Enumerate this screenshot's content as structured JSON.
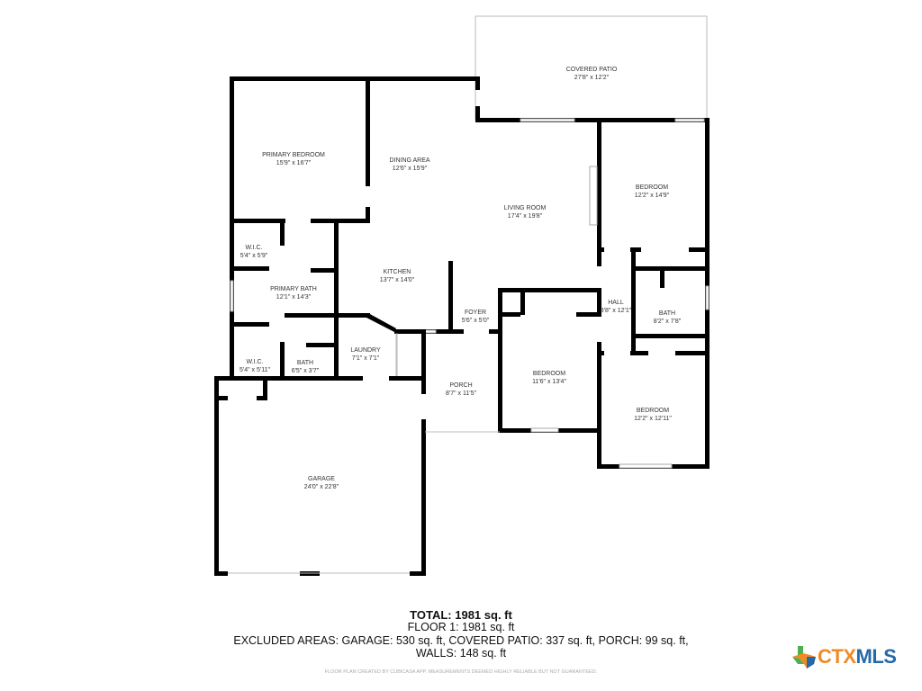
{
  "rooms": {
    "covered_patio": {
      "name": "COVERED PATIO",
      "dims": "27'8\" x 12'2\""
    },
    "primary_bedroom": {
      "name": "PRIMARY BEDROOM",
      "dims": "15'9\" x 16'7\""
    },
    "dining_area": {
      "name": "DINING AREA",
      "dims": "12'6\" x 15'9\""
    },
    "living_room": {
      "name": "LIVING ROOM",
      "dims": "17'4\" x 19'8\""
    },
    "bedroom_ne": {
      "name": "BEDROOM",
      "dims": "12'2\" x 14'9\""
    },
    "wic_1": {
      "name": "W.I.C.",
      "dims": "5'4\" x 5'9\""
    },
    "primary_bath": {
      "name": "PRIMARY BATH",
      "dims": "12'1\" x 14'3\""
    },
    "kitchen": {
      "name": "KITCHEN",
      "dims": "13'7\" x 14'0\""
    },
    "foyer": {
      "name": "FOYER",
      "dims": "5'6\" x 5'0\""
    },
    "hall": {
      "name": "HALL",
      "dims": "3'8\" x 12'1\""
    },
    "bath": {
      "name": "BATH",
      "dims": "8'2\" x 7'8\""
    },
    "wic_2": {
      "name": "W.I.C.",
      "dims": "5'4\" x 5'11\""
    },
    "bath_small": {
      "name": "BATH",
      "dims": "6'5\" x 3'7\""
    },
    "laundry": {
      "name": "LAUNDRY",
      "dims": "7'1\" x 7'1\""
    },
    "porch": {
      "name": "PORCH",
      "dims": "8'7\" x 11'5\""
    },
    "bedroom_mid": {
      "name": "BEDROOM",
      "dims": "11'6\" x 13'4\""
    },
    "bedroom_se": {
      "name": "BEDROOM",
      "dims": "12'2\" x 12'11\""
    },
    "garage": {
      "name": "GARAGE",
      "dims": "24'0\" x 22'8\""
    }
  },
  "summary": {
    "total": "TOTAL: 1981 sq. ft",
    "floor": "FLOOR 1: 1981 sq. ft",
    "excluded": "EXCLUDED AREAS: GARAGE: 530 sq. ft, COVERED PATIO: 337 sq. ft, PORCH: 99 sq. ft,",
    "walls": "WALLS: 148 sq. ft",
    "disclaimer": "FLOOR PLAN CREATED BY CUBICASA APP. MEASUREMENTS DEEMED HIGHLY RELIABLE BUT NOT GUARANTEED."
  },
  "logo": {
    "part1": "CTX",
    "part2": "MLS",
    "colors": [
      "#f08a24",
      "#2469a8",
      "#4caf50",
      "#e53935"
    ]
  }
}
